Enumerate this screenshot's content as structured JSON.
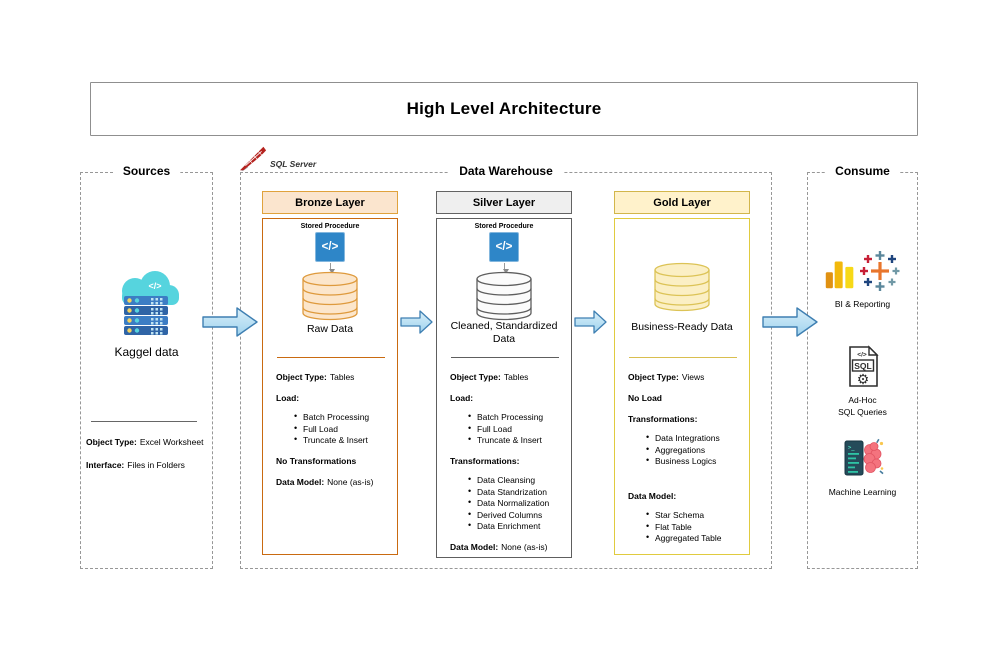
{
  "title": "High Level Architecture",
  "sql_server": {
    "label": "SQL Server"
  },
  "sources": {
    "label": "Sources",
    "icon": "cloud-server-icon",
    "code_glyph": "</>",
    "item_label": "Kaggel data",
    "fields": [
      {
        "label": "Object Type:",
        "value": "Excel Worksheet"
      },
      {
        "label": "Interface:",
        "value": "Files in Folders"
      }
    ]
  },
  "warehouse": {
    "label": "Data Warehouse",
    "layers": [
      {
        "name": "Bronze Layer",
        "stored_procedure_label": "Stored Procedure",
        "code_icon": "</>",
        "db_label": "Raw Data",
        "accent_color": "#C96A11",
        "lines": {
          "object_type_label": "Object Type:",
          "object_type_value": "Tables",
          "load_label": "Load:",
          "load_bullets": [
            "Batch Processing",
            "Full Load",
            "Truncate & Insert"
          ],
          "no_transformations": "No Transformations",
          "data_model_label": "Data Model:",
          "data_model_value": "None (as-is)"
        }
      },
      {
        "name": "Silver Layer",
        "stored_procedure_label": "Stored Procedure",
        "code_icon": "</>",
        "db_label": "Cleaned, Standardized Data",
        "accent_color": "#5E5E5E",
        "lines": {
          "object_type_label": "Object Type:",
          "object_type_value": "Tables",
          "load_label": "Load:",
          "load_bullets": [
            "Batch Processing",
            "Full Load",
            "Truncate & Insert"
          ],
          "transformations_label": "Transformations:",
          "transformation_bullets": [
            "Data Cleansing",
            "Data Standrization",
            "Data Normalization",
            "Derived Columns",
            "Data Enrichment"
          ],
          "data_model_label": "Data Model:",
          "data_model_value": "None (as-is)"
        }
      },
      {
        "name": "Gold Layer",
        "db_label": "Business-Ready Data",
        "accent_color": "#D9BE4F",
        "lines": {
          "object_type_label": "Object Type:",
          "object_type_value": "Views",
          "no_load": "No Load",
          "transformations_label": "Transformations:",
          "transformation_bullets": [
            "Data Integrations",
            "Aggregations",
            "Business Logics"
          ],
          "data_model_label": "Data Model:",
          "data_model_bullets": [
            "Star Schema",
            "Flat Table",
            "Aggregated Table"
          ]
        }
      }
    ]
  },
  "consume": {
    "label": "Consume",
    "items": [
      {
        "icon": "powerbi-tableau-icon",
        "label": "BI & Reporting"
      },
      {
        "icon": "sql-document-icon",
        "label_line1": "Ad-Hoc",
        "label_line2": "SQL Queries",
        "doc_code_glyph": "</>",
        "doc_sql_text": "SQL",
        "gear_glyph": "⚙"
      },
      {
        "icon": "machine-learning-icon",
        "label": "Machine Learning",
        "terminal_glyph": ">_"
      }
    ]
  },
  "colors": {
    "arrow_fill_top": "#D9EFF9",
    "arrow_fill_bottom": "#9FD3EE",
    "arrow_stroke": "#3E7FB2",
    "bronze_header_bg": "#FBE5CE",
    "silver_header_bg": "#EFEFEF",
    "gold_header_bg": "#FFF2CB",
    "stored_procedure_icon_bg": "#2E86C8"
  }
}
